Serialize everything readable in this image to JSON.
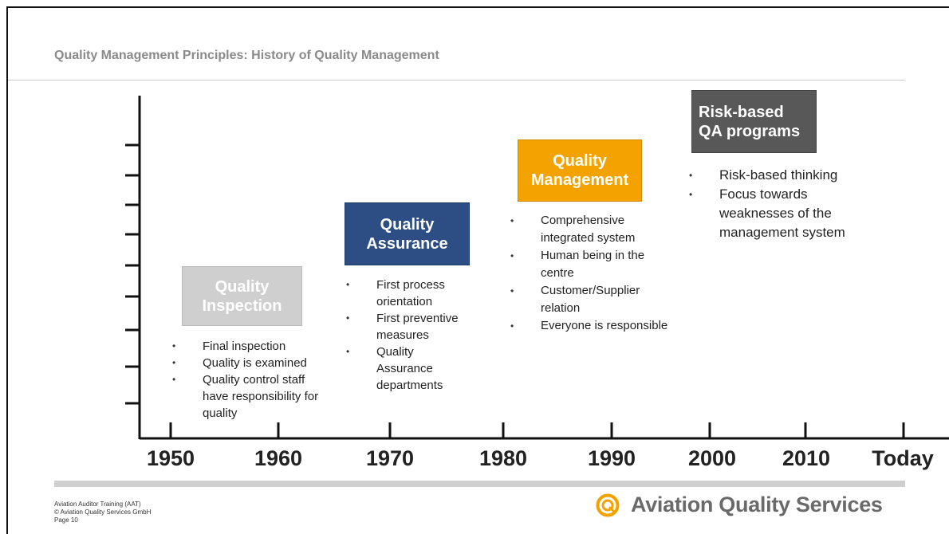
{
  "slide": {
    "title": "Quality Management Principles: History of Quality Management"
  },
  "timeline": {
    "years": [
      "1950",
      "1960",
      "1970",
      "1980",
      "1990",
      "2000",
      "2010",
      "Today"
    ]
  },
  "eras": {
    "inspection": {
      "title": "Quality Inspection",
      "color": "#cfcfcf",
      "bullets": [
        "Final inspection",
        "Quality is examined",
        "Quality control staff have responsibility for quality"
      ]
    },
    "assurance": {
      "title": "Quality Assurance",
      "color": "#2c4e84",
      "bullets": [
        "First process orientation",
        "First preventive measures",
        "Quality Assurance departments"
      ]
    },
    "management": {
      "title": "Quality Management",
      "color": "#f4a200",
      "bullets": [
        "Comprehensive integrated system",
        "Human being in the centre",
        "Customer/Supplier relation",
        "Everyone is responsible"
      ]
    },
    "risk": {
      "title": "Risk-based QA programs",
      "color": "#585858",
      "bullets": [
        "Risk-based thinking",
        "Focus towards weaknesses of the management system"
      ]
    }
  },
  "footer": {
    "line1": "Aviation Auditor Training (AAT)",
    "line2": "© Aviation Quality Services GmbH",
    "line3": "Page 10"
  },
  "brand": {
    "name": "Aviation Quality Services",
    "logo_icon": "aqs-logo-icon",
    "accent_color": "#f4a200"
  }
}
